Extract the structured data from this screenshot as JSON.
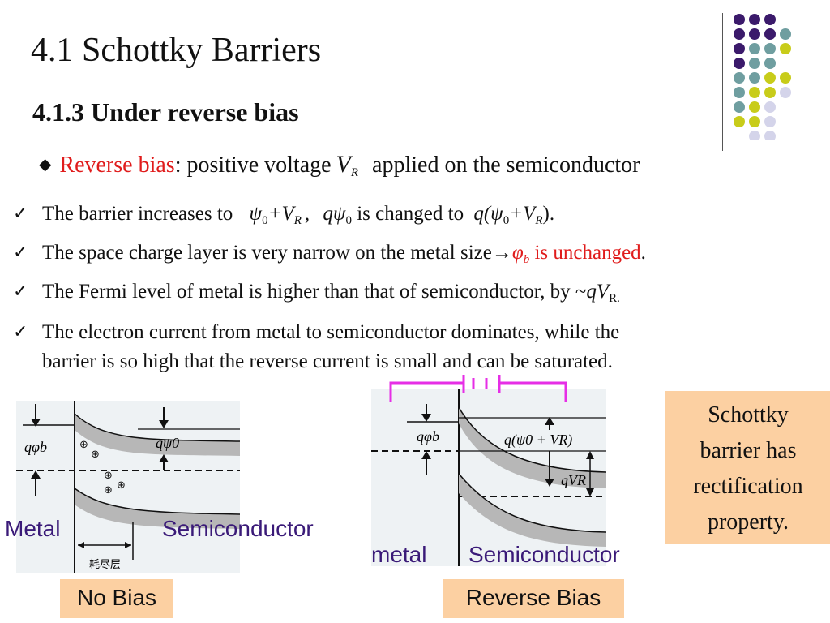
{
  "title": "4.1 Schottky Barriers",
  "subtitle": "4.1.3 Under reverse bias",
  "reverse_bias": {
    "term": "Reverse bias",
    "text": ": positive voltage",
    "symbol": "V",
    "symbol_sub": "R",
    "rest": "applied on the semiconductor"
  },
  "bullets": [
    {
      "pre": "The barrier increases to",
      "m1": "ψ",
      "m1_sub": "0",
      "m1_rest": "+V",
      "m1_rest_sub": "R",
      "comma": ",",
      "m2": "qψ",
      "m2_sub": "0",
      "mid": "is changed to",
      "m3": "q(ψ",
      "m3_sub": "0",
      "m3_rest": "+V",
      "m3_rest_sub": "R",
      "m3_close": ").",
      "end": ""
    },
    {
      "pre": "The space charge layer is very narrow on the metal size",
      "arrow": "→",
      "phi": "φ",
      "phi_sub": "b",
      "red_text": " is unchanged",
      "end": "."
    },
    {
      "pre": "The Fermi level of  metal is higher than that of  semiconductor, by ~",
      "m": "qV",
      "sub": "R."
    },
    {
      "line1": "The electron current from metal to semiconductor dominates, while the",
      "line2": "barrier is so high that the reverse current is small and can be saturated."
    }
  ],
  "diagram_left": {
    "qphi_b": "qφb",
    "qpsi0": "qψ0",
    "depletion": "耗尽层",
    "metal_label": "Metal",
    "semi_label": "Semiconductor",
    "caption": "No Bias"
  },
  "diagram_right": {
    "qphi_b": "qφb",
    "qpsi_vr": "q(ψ0 + VR)",
    "qvr": "qVR",
    "metal_label": "metal",
    "semi_label": "Semiconductor",
    "caption": "Reverse Bias"
  },
  "schottky_note": [
    "Schottky",
    "barrier has",
    "rectification",
    "property."
  ],
  "colors": {
    "accent_red": "#e01c1c",
    "label_purple": "#3a1a78",
    "box_orange": "#fcd0a2",
    "battery_magenta": "#e62ee6",
    "dot_purple": "#3b1a6b",
    "dot_teal": "#6f9ea0",
    "dot_yellow": "#c8cc1a",
    "dot_lavender": "#d4d4ea"
  }
}
